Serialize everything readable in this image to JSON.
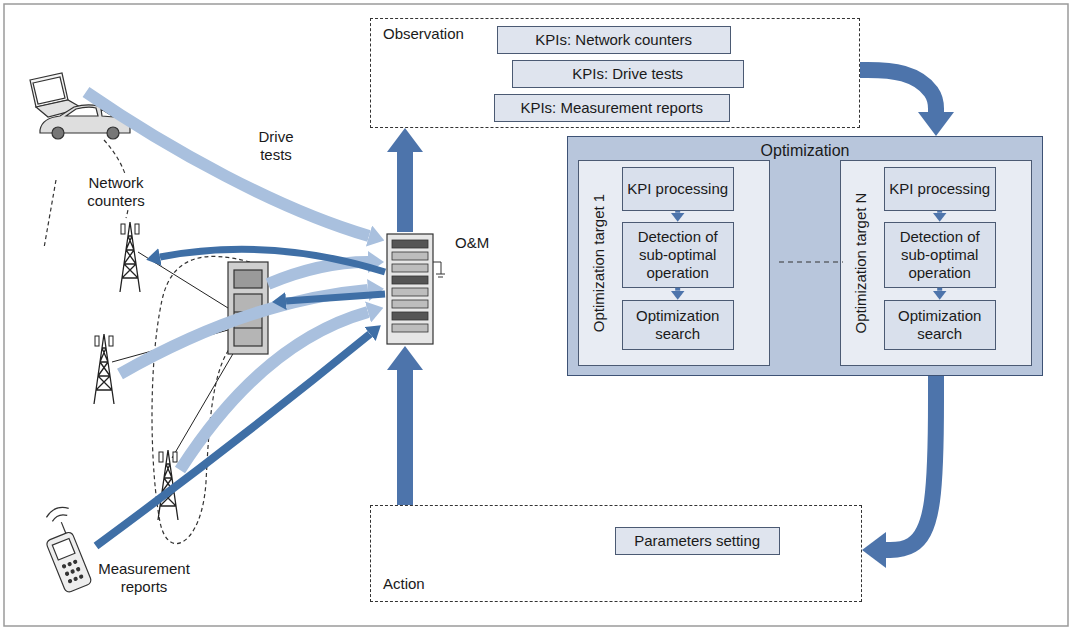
{
  "diagram": {
    "nodes": [
      {
        "text": [
          "Observation"
        ]
      },
      {
        "text": [
          "KPIs: Network counters"
        ],
        "in": 0
      },
      {
        "text": [
          "KPIs: Drive tests"
        ],
        "in": 0
      },
      {
        "text": [
          "KPIs: Measurement reports"
        ],
        "in": 0
      },
      {
        "text": [
          "Optimization"
        ]
      },
      {
        "text": [
          "Optimization target 1"
        ],
        "in": 4
      },
      {
        "text": [
          "KPI processing"
        ],
        "in": 5
      },
      {
        "text": [
          "Detection of sub-optimal operation"
        ],
        "in": 5
      },
      {
        "text": [
          "Optimization search"
        ],
        "in": 5
      },
      {
        "text": [
          "Optimization target N"
        ],
        "in": 4
      },
      {
        "text": [
          "KPI processing"
        ],
        "in": 9
      },
      {
        "text": [
          "Detection of sub-optimal operation"
        ],
        "in": 9
      },
      {
        "text": [
          "Optimization search"
        ],
        "in": 9
      },
      {
        "text": [
          "Action"
        ]
      },
      {
        "text": [
          "Parameters setting"
        ],
        "in": 13
      },
      {
        "text": [
          "O&M"
        ]
      }
    ],
    "edges": [
      {
        "from": 15,
        "to": 0,
        "arrow": "to"
      },
      {
        "from": 0,
        "to": 4,
        "arrow": "to"
      },
      {
        "from": 4,
        "to": 13,
        "arrow": "to"
      },
      {
        "from": 13,
        "to": 15,
        "arrow": "to"
      },
      {
        "from": 6,
        "to": 7,
        "arrow": "to"
      },
      {
        "from": 7,
        "to": 8,
        "arrow": "to"
      },
      {
        "from": 10,
        "to": 11,
        "arrow": "to"
      },
      {
        "from": 11,
        "to": 12,
        "arrow": "to"
      }
    ],
    "labels": [
      "Drive tests",
      "Network counters",
      "Measurement reports"
    ]
  }
}
